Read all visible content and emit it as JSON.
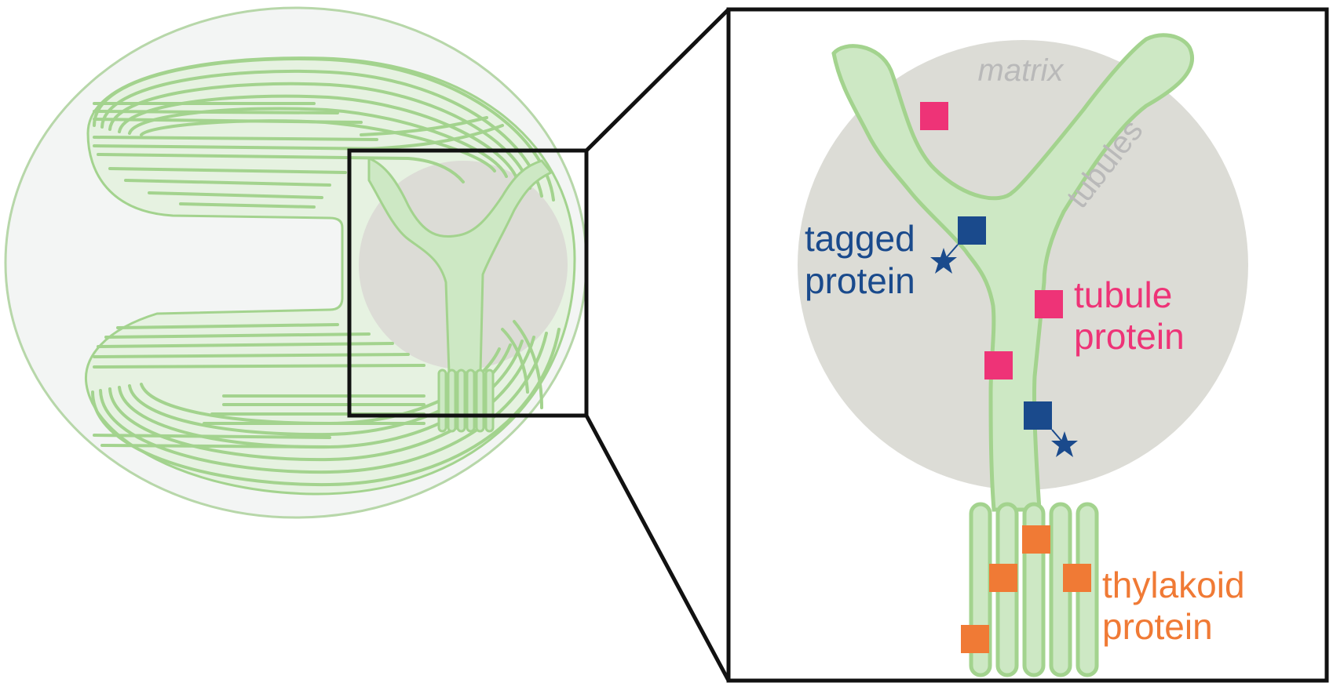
{
  "colors": {
    "membrane_fill": "#cde8c4",
    "membrane_stroke": "#a3d38e",
    "cell_fill": "#f3f5f4",
    "cell_stroke": "#b7d7a9",
    "matrix": "#dcdcd6",
    "matrix_label": "#b9b9b9",
    "box": "#111111",
    "tagged": "#1a4a8c",
    "tubule": "#ee3377",
    "thylakoid": "#f07a35"
  },
  "labels": {
    "matrix": "matrix",
    "tubules": "tubules",
    "tagged_line1": "tagged",
    "tagged_line2": "protein",
    "tubule_line1": "tubule",
    "tubule_line2": "protein",
    "thylakoid_line1": "thylakoid",
    "thylakoid_line2": "protein"
  },
  "icons": {
    "tag": "star-icon"
  }
}
